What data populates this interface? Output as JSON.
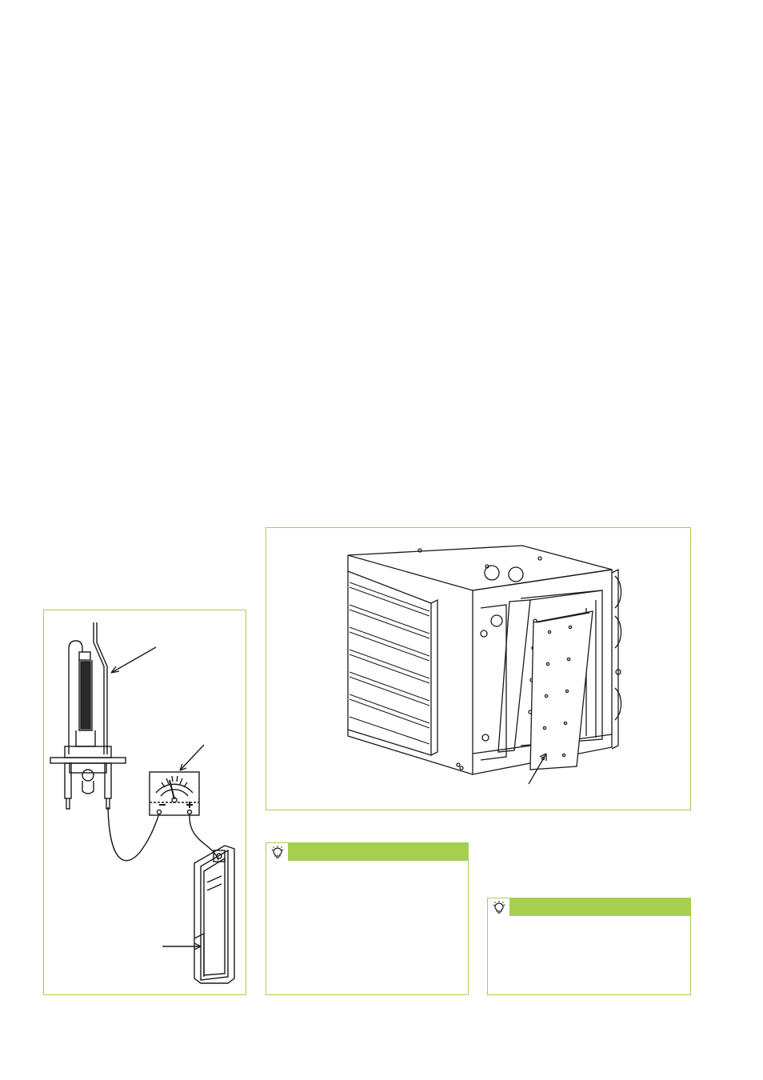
{
  "colors": {
    "accent": "#a6cf4f",
    "line": "#1a1a1a"
  },
  "figures": [
    {
      "id": "ionisation-test",
      "icons": [
        "ignition-electrode-icon",
        "microammeter-icon",
        "control-unit-icon"
      ]
    },
    {
      "id": "heater-access-panel",
      "icons": [
        "unit-heater-icon",
        "side-panel-icon"
      ]
    }
  ],
  "tips": [
    {
      "id": "tip-left",
      "icon": "lightbulb-icon"
    },
    {
      "id": "tip-right",
      "icon": "lightbulb-icon"
    }
  ]
}
